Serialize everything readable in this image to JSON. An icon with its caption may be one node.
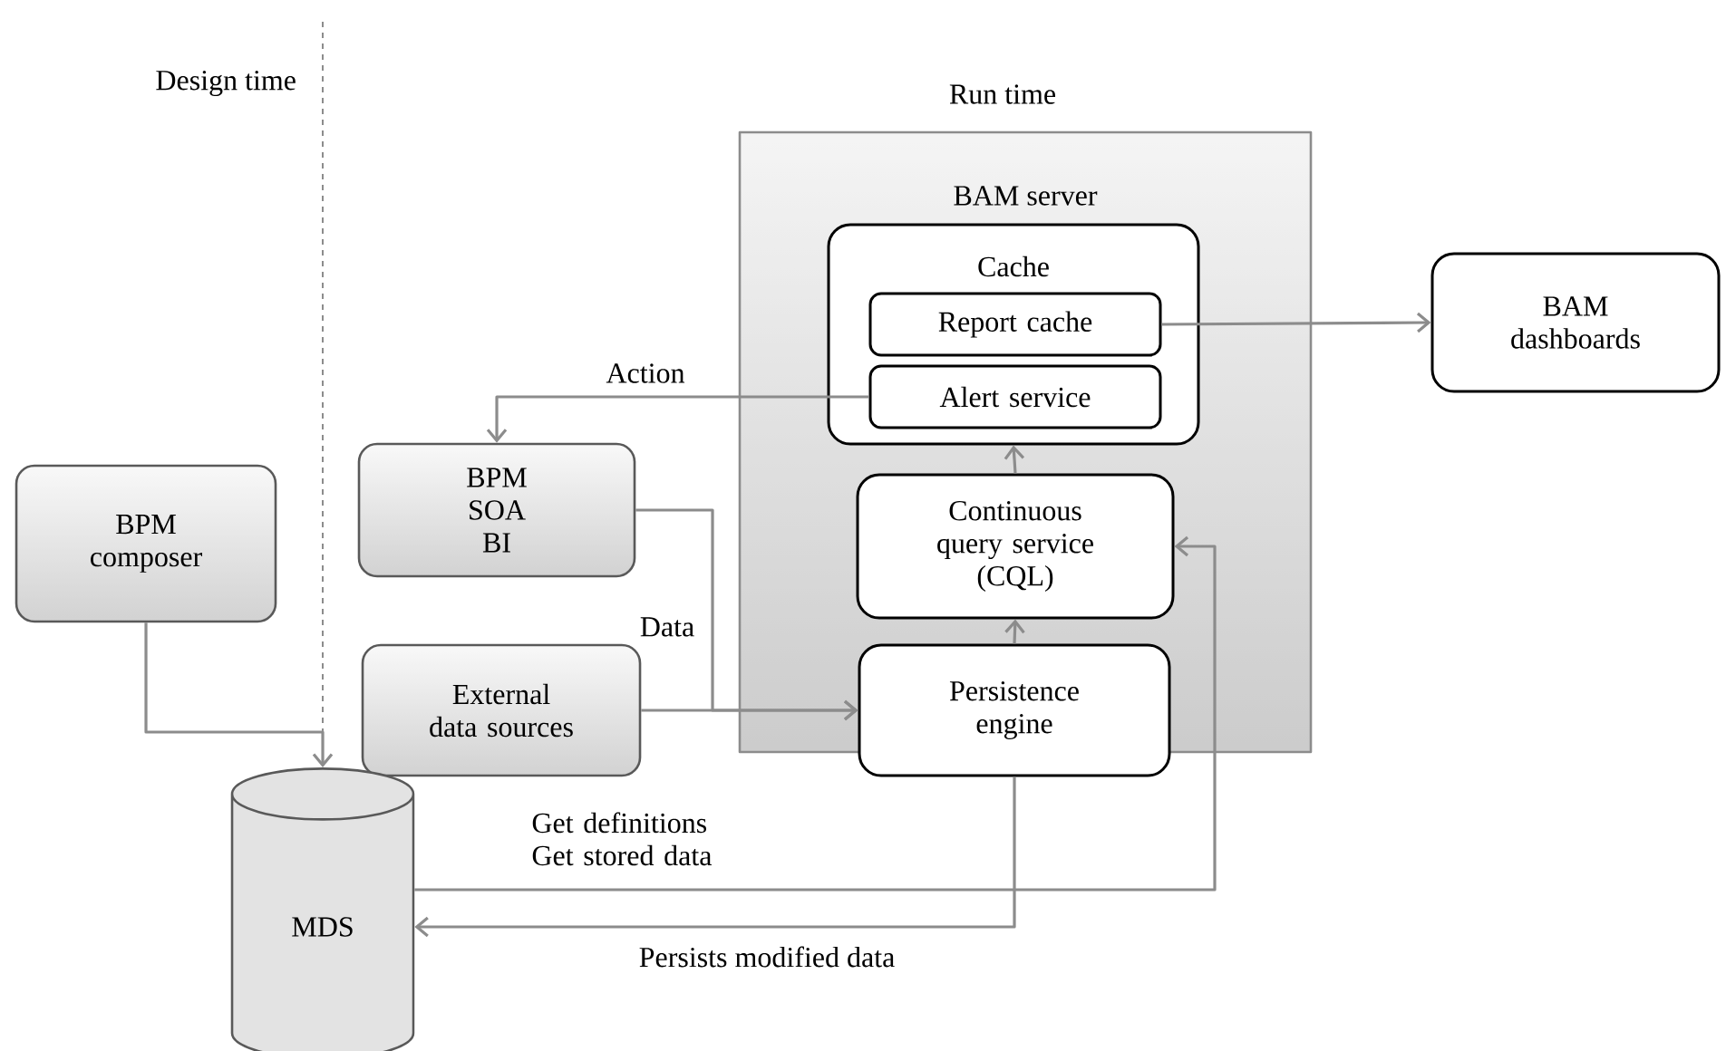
{
  "diagram": {
    "nodes": [
      {
        "text": [
          "BAM server"
        ]
      },
      {
        "text": [
          "Cache"
        ],
        "in": 0
      },
      {
        "text": [
          "Report cache"
        ],
        "in": 1
      },
      {
        "text": [
          "Alert service"
        ],
        "in": 1
      },
      {
        "text": [
          "Continuous query service (CQL)"
        ],
        "in": 0
      },
      {
        "text": [
          "Persistence engine"
        ],
        "in": 0
      },
      {
        "text": [
          "BAM dashboards"
        ]
      },
      {
        "text": [
          "BPM SOA BI"
        ]
      },
      {
        "text": [
          "External data sources"
        ]
      },
      {
        "text": [
          "BPM composer"
        ]
      },
      {
        "text": [
          "MDS"
        ]
      }
    ],
    "edges": [
      {
        "from": 2,
        "to": 6,
        "arrow": "to"
      },
      {
        "from": 3,
        "to": 7,
        "arrow": "to",
        "label": "Action"
      },
      {
        "from": 4,
        "to": 1,
        "arrow": "to"
      },
      {
        "from": 5,
        "to": 4,
        "arrow": "to"
      },
      {
        "from": 7,
        "to": 5,
        "arrow": "to",
        "label": "Data"
      },
      {
        "from": 8,
        "to": 5,
        "arrow": "to"
      },
      {
        "from": 9,
        "to": 10,
        "arrow": "to"
      },
      {
        "from": 10,
        "to": 4,
        "arrow": "to",
        "label": "Get definitions Get stored data"
      },
      {
        "from": 5,
        "to": 10,
        "arrow": "to",
        "label": "Persists modified data"
      }
    ],
    "labels": [
      "Design time",
      "Run time"
    ]
  }
}
